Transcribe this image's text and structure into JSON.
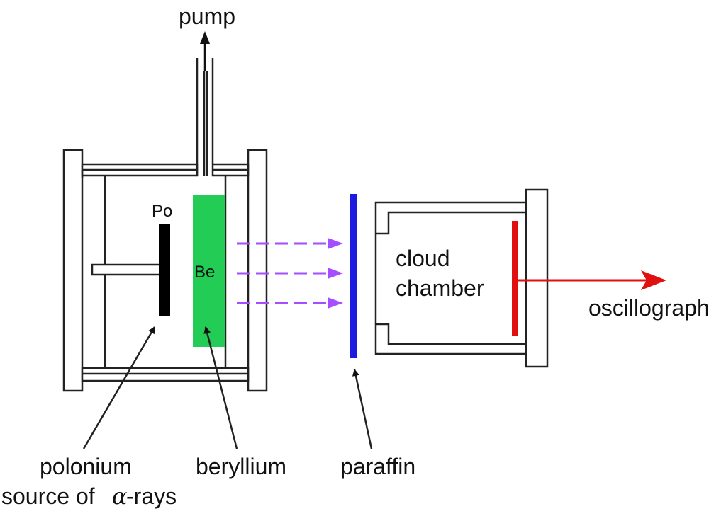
{
  "labels": {
    "pump": "pump",
    "po": "Po",
    "be": "Be",
    "cloud_line1": "cloud",
    "cloud_line2": "chamber",
    "oscillograph": "oscillograph",
    "polonium_line1": "polonium",
    "polonium_line2_prefix": "source of",
    "alpha": "α",
    "polonium_line2_suffix": "-rays",
    "beryllium": "beryllium",
    "paraffin": "paraffin"
  },
  "colors": {
    "beryllium": "#22cc55",
    "paraffin": "#1a1ae0",
    "radiation": "#a64dff",
    "signal": "#e01010",
    "source": "#000000"
  }
}
